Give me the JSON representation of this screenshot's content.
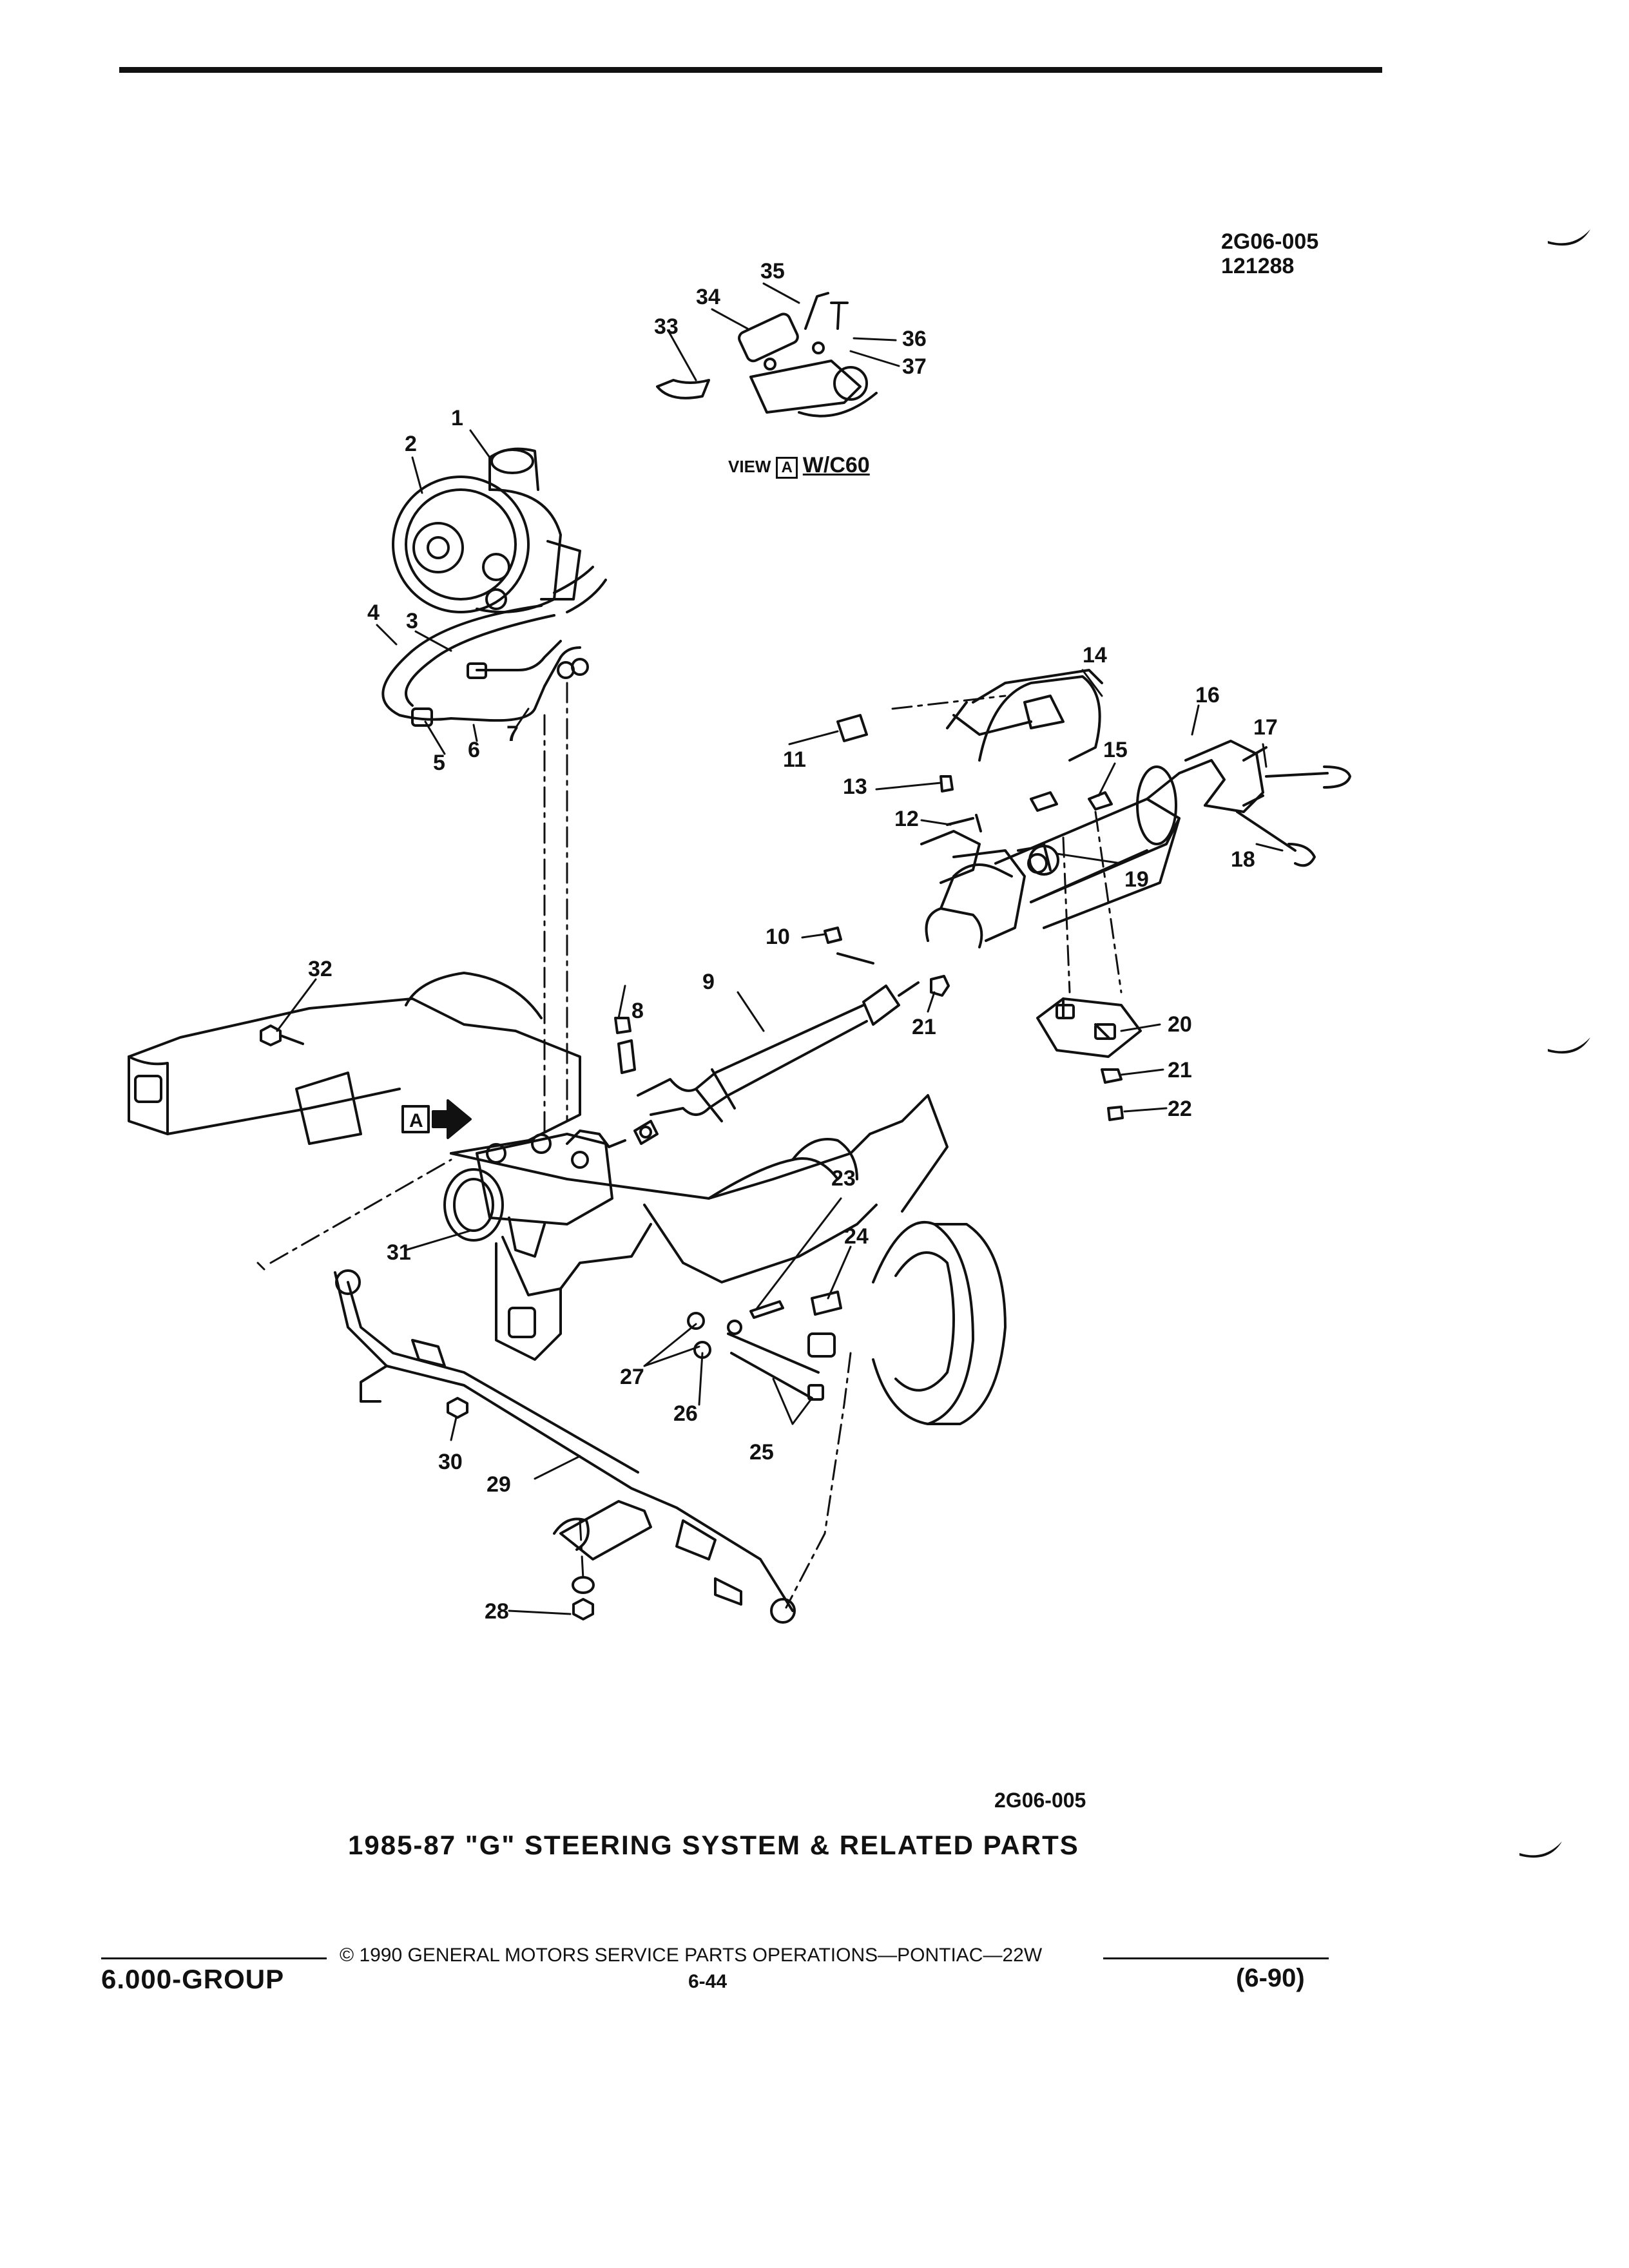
{
  "header": {
    "drawing_code": "2G06-005",
    "drawing_date": "121288"
  },
  "view": {
    "label": "VIEW",
    "letter": "A",
    "model": "W/C60"
  },
  "callouts": [
    {
      "id": "1",
      "label": "1"
    },
    {
      "id": "2",
      "label": "2"
    },
    {
      "id": "3",
      "label": "3"
    },
    {
      "id": "4",
      "label": "4"
    },
    {
      "id": "5",
      "label": "5"
    },
    {
      "id": "6",
      "label": "6"
    },
    {
      "id": "7",
      "label": "7"
    },
    {
      "id": "8",
      "label": "8"
    },
    {
      "id": "9",
      "label": "9"
    },
    {
      "id": "10",
      "label": "10"
    },
    {
      "id": "11",
      "label": "11"
    },
    {
      "id": "12",
      "label": "12"
    },
    {
      "id": "13",
      "label": "13"
    },
    {
      "id": "14",
      "label": "14"
    },
    {
      "id": "15",
      "label": "15"
    },
    {
      "id": "16",
      "label": "16"
    },
    {
      "id": "17",
      "label": "17"
    },
    {
      "id": "18",
      "label": "18"
    },
    {
      "id": "19",
      "label": "19"
    },
    {
      "id": "20",
      "label": "20"
    },
    {
      "id": "21a",
      "label": "21"
    },
    {
      "id": "21b",
      "label": "21"
    },
    {
      "id": "22",
      "label": "22"
    },
    {
      "id": "23",
      "label": "23"
    },
    {
      "id": "24",
      "label": "24"
    },
    {
      "id": "25",
      "label": "25"
    },
    {
      "id": "26",
      "label": "26"
    },
    {
      "id": "27",
      "label": "27"
    },
    {
      "id": "28",
      "label": "28"
    },
    {
      "id": "29",
      "label": "29"
    },
    {
      "id": "30",
      "label": "30"
    },
    {
      "id": "31",
      "label": "31"
    },
    {
      "id": "32",
      "label": "32"
    },
    {
      "id": "33",
      "label": "33"
    },
    {
      "id": "34",
      "label": "34"
    },
    {
      "id": "35",
      "label": "35"
    },
    {
      "id": "36",
      "label": "36"
    },
    {
      "id": "37",
      "label": "37"
    }
  ],
  "arrow_marker": "A",
  "footer": {
    "drawing_code": "2G06-005",
    "title": "1985-87 \"G\" STEERING SYSTEM & RELATED PARTS",
    "copyright": "© 1990 GENERAL MOTORS SERVICE PARTS OPERATIONS—PONTIAC—22W",
    "page": "6-44",
    "group": "6.000-GROUP",
    "date": "(6-90)"
  }
}
